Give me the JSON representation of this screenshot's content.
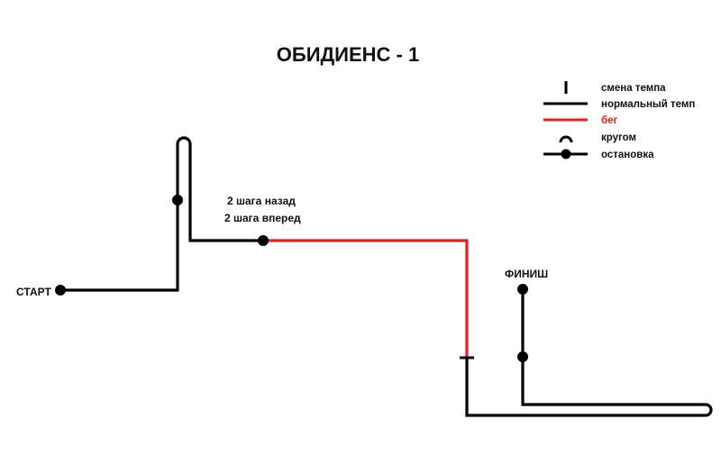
{
  "diagram": {
    "title": "ОБИДИЕНС - 1",
    "labels": {
      "start": "СТАРТ",
      "finish": "ФИНИШ",
      "steps_back": "2 шага назад",
      "steps_forward": "2 шага вперед"
    },
    "legend": [
      {
        "key": "pace_change",
        "symbol": "tick-icon",
        "label": "смена темпа"
      },
      {
        "key": "normal_pace",
        "symbol": "black-line-icon",
        "label": "нормальный темп"
      },
      {
        "key": "run",
        "symbol": "red-line-icon",
        "label": "бег",
        "color": "#e8201a"
      },
      {
        "key": "about_turn",
        "symbol": "arc-icon",
        "label": "кругом"
      },
      {
        "key": "halt",
        "symbol": "dot-line-icon",
        "label": "остановка"
      }
    ],
    "colors": {
      "normal": "#000000",
      "run": "#e8201a"
    }
  }
}
